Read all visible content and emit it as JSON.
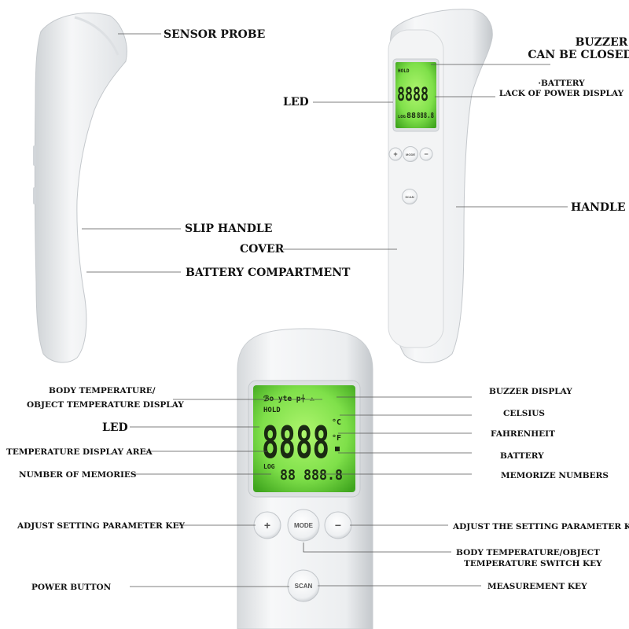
{
  "labels": {
    "sensor_probe": "SENSOR PROBE",
    "slip_handle": "SLIP HANDLE",
    "cover": "COVER",
    "battery_compartment": "BATTERY COMPARTMENT",
    "buzzer_line1": "BUZZER",
    "buzzer_line2": "CAN BE CLOSED",
    "led_top": "LED",
    "battery_line1": "·BATTERY",
    "battery_line2": "LACK OF POWER DISPLAY",
    "handle": "HANDLE",
    "body_obj_line1": "BODY TEMPERATURE/",
    "body_obj_line2": "OBJECT TEMPERATURE DISPLAY",
    "led_bottom": "LED",
    "temp_display_area": "TEMPERATURE DISPLAY AREA",
    "number_of_memories": "NUMBER OF MEMORIES",
    "buzzer_display": "BUZZER DISPLAY",
    "celsius": "CELSIUS",
    "fahrenheit": "FAHRENHEIT",
    "battery": "BATTERY",
    "memorize_numbers": "MEMORIZE NUMBERS",
    "adjust_left": "ADJUST SETTING PARAMETER KEY",
    "adjust_right": "ADJUST THE SETTING PARAMETER KEY",
    "switch_line1": "BODY TEMPERATURE/OBJECT",
    "switch_line2": "TEMPERATURE SWITCH KEY",
    "power_button": "POWER BUTTON",
    "measurement_key": "MEASUREMENT KEY"
  },
  "lcd": {
    "hold": "HOLD",
    "digits": "8888",
    "log": "LOG",
    "memory_digits": "88",
    "log_digits": "888.8",
    "celsius_mark": "°C",
    "fahrenheit_mark": "°F",
    "icons_row": "ℬo yte p⍭ ⚠"
  },
  "buttons": {
    "plus": "+",
    "mode": "MODE",
    "minus": "−",
    "scan": "SCAN"
  },
  "colors": {
    "lcd_green": "#7fe04a",
    "lcd_green_dark": "#3fa51e",
    "device_body": "#f1f2f3",
    "device_shadow": "#c9ccd0",
    "leader_line": "#555555"
  }
}
